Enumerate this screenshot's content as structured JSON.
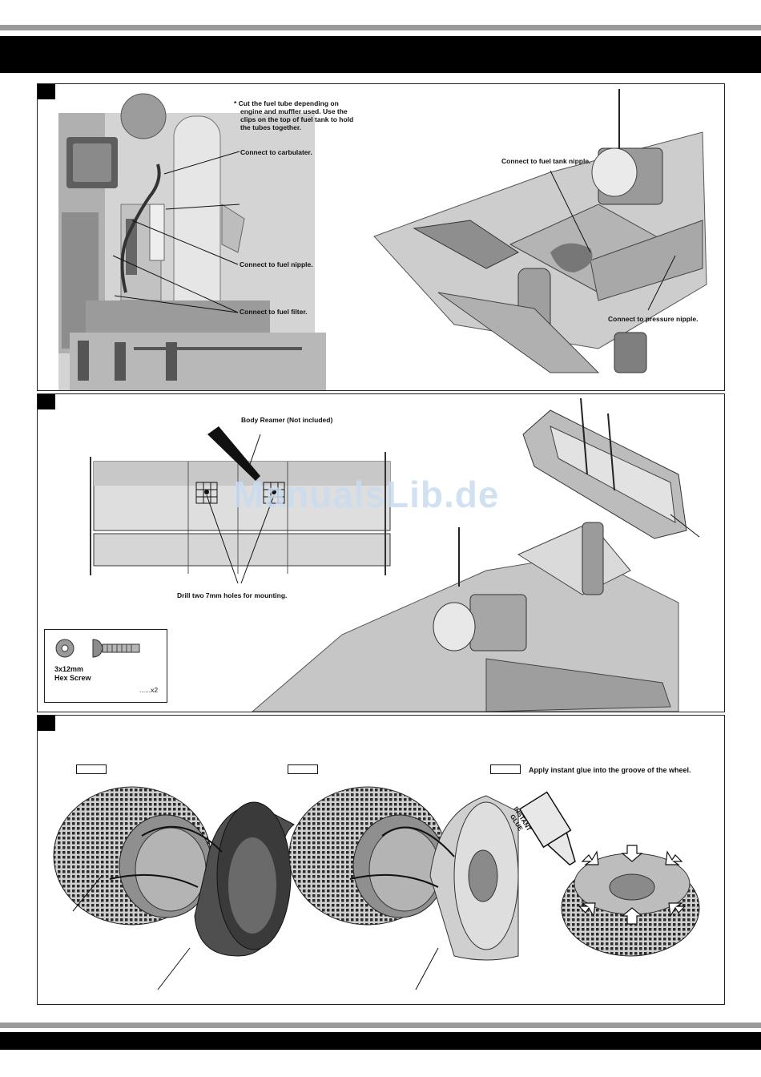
{
  "panels": {
    "fuel": {
      "note_lines": [
        "* Cut the fuel tube depending on",
        "engine and muffler used. Use the",
        "clips on the top of fuel tank to hold",
        "the tubes together."
      ],
      "callouts": {
        "carburetor": "Connect to carbulater.",
        "fuel_nipple": "Connect to fuel nipple.",
        "fuel_filter": "Connect to fuel filter.",
        "tank_nipple": "Connect to fuel tank nipple.",
        "pressure_nipple": "Connect to pressure nipple."
      }
    },
    "wing": {
      "reamer_label": "Body Reamer (Not included)",
      "drill_label": "Drill two 7mm holes for mounting.",
      "watermark": "ManualsLib.de",
      "hardware": {
        "size": "3x12mm",
        "name": "Hex Screw",
        "qty": "......x2"
      }
    },
    "tires": {
      "glue_instruction": "Apply instant glue into the groove of the wheel.",
      "glue_bottle_label": [
        "INSTANT",
        "GLUE"
      ]
    }
  },
  "colors": {
    "rule": "#9a9a9a",
    "bar": "#000000",
    "watermark": "#c9dcef"
  }
}
